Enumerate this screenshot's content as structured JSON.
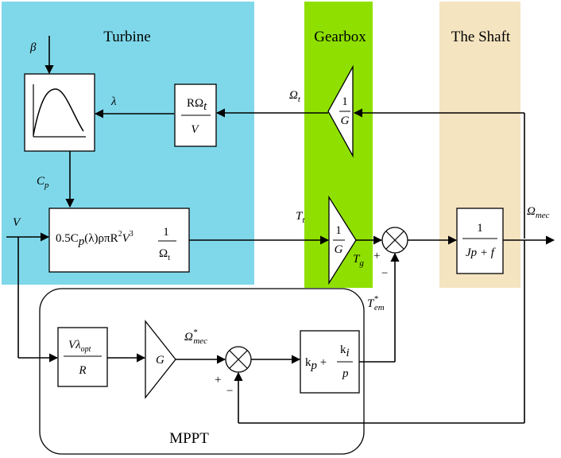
{
  "sections": {
    "turbine": "Turbine",
    "gearbox": "Gearbox",
    "shaft": "The Shaft",
    "mppt": "MPPT"
  },
  "colors": {
    "turbine_bg": "#7fd8ea",
    "gearbox_bg": "#8fe000",
    "shaft_bg": "#f4e4c0"
  },
  "signals": {
    "beta": "β",
    "lambda": "λ",
    "cp": "C",
    "cp_sub": "p",
    "v": "V",
    "omega_t": "Ω",
    "omega_t_sub": "t",
    "t_t": "T",
    "t_t_sub": "t",
    "t_g": "T",
    "t_g_sub": "g",
    "t_em": "T",
    "t_em_sup": "*",
    "t_em_sub": "em",
    "omega_mec_ref": "Ω",
    "omega_mec_ref_sup": "*",
    "omega_mec_ref_sub": "mec",
    "omega_mec": "Ω",
    "omega_mec_sub": "mec"
  },
  "blocks": {
    "tsr_num": "RΩ",
    "tsr_num_sub": "t",
    "tsr_den": "V",
    "gear_gain_num": "1",
    "gear_gain_den": "G",
    "power_expr_a": "0.5C",
    "power_expr_b": "p",
    "power_expr_c": "(λ)ρπR",
    "power_expr_d": "2",
    "power_expr_e": "V",
    "power_expr_f": "3",
    "power_frac_num": "1",
    "power_frac_den": "Ω",
    "power_frac_den_sub": "t",
    "shaft_num": "1",
    "shaft_den": "Jp + f",
    "opt_num": "Vλ",
    "opt_num_sub": "opt",
    "opt_den": "R",
    "mppt_gain": "G",
    "pi_a": "k",
    "pi_a_sub": "p",
    "pi_plus": " + ",
    "pi_num": "k",
    "pi_num_sub": "i",
    "pi_den": "p"
  },
  "signs": {
    "sum1_plus": "+",
    "sum1_minus": "−",
    "sum2_plus": "+",
    "sum2_minus": "−"
  }
}
